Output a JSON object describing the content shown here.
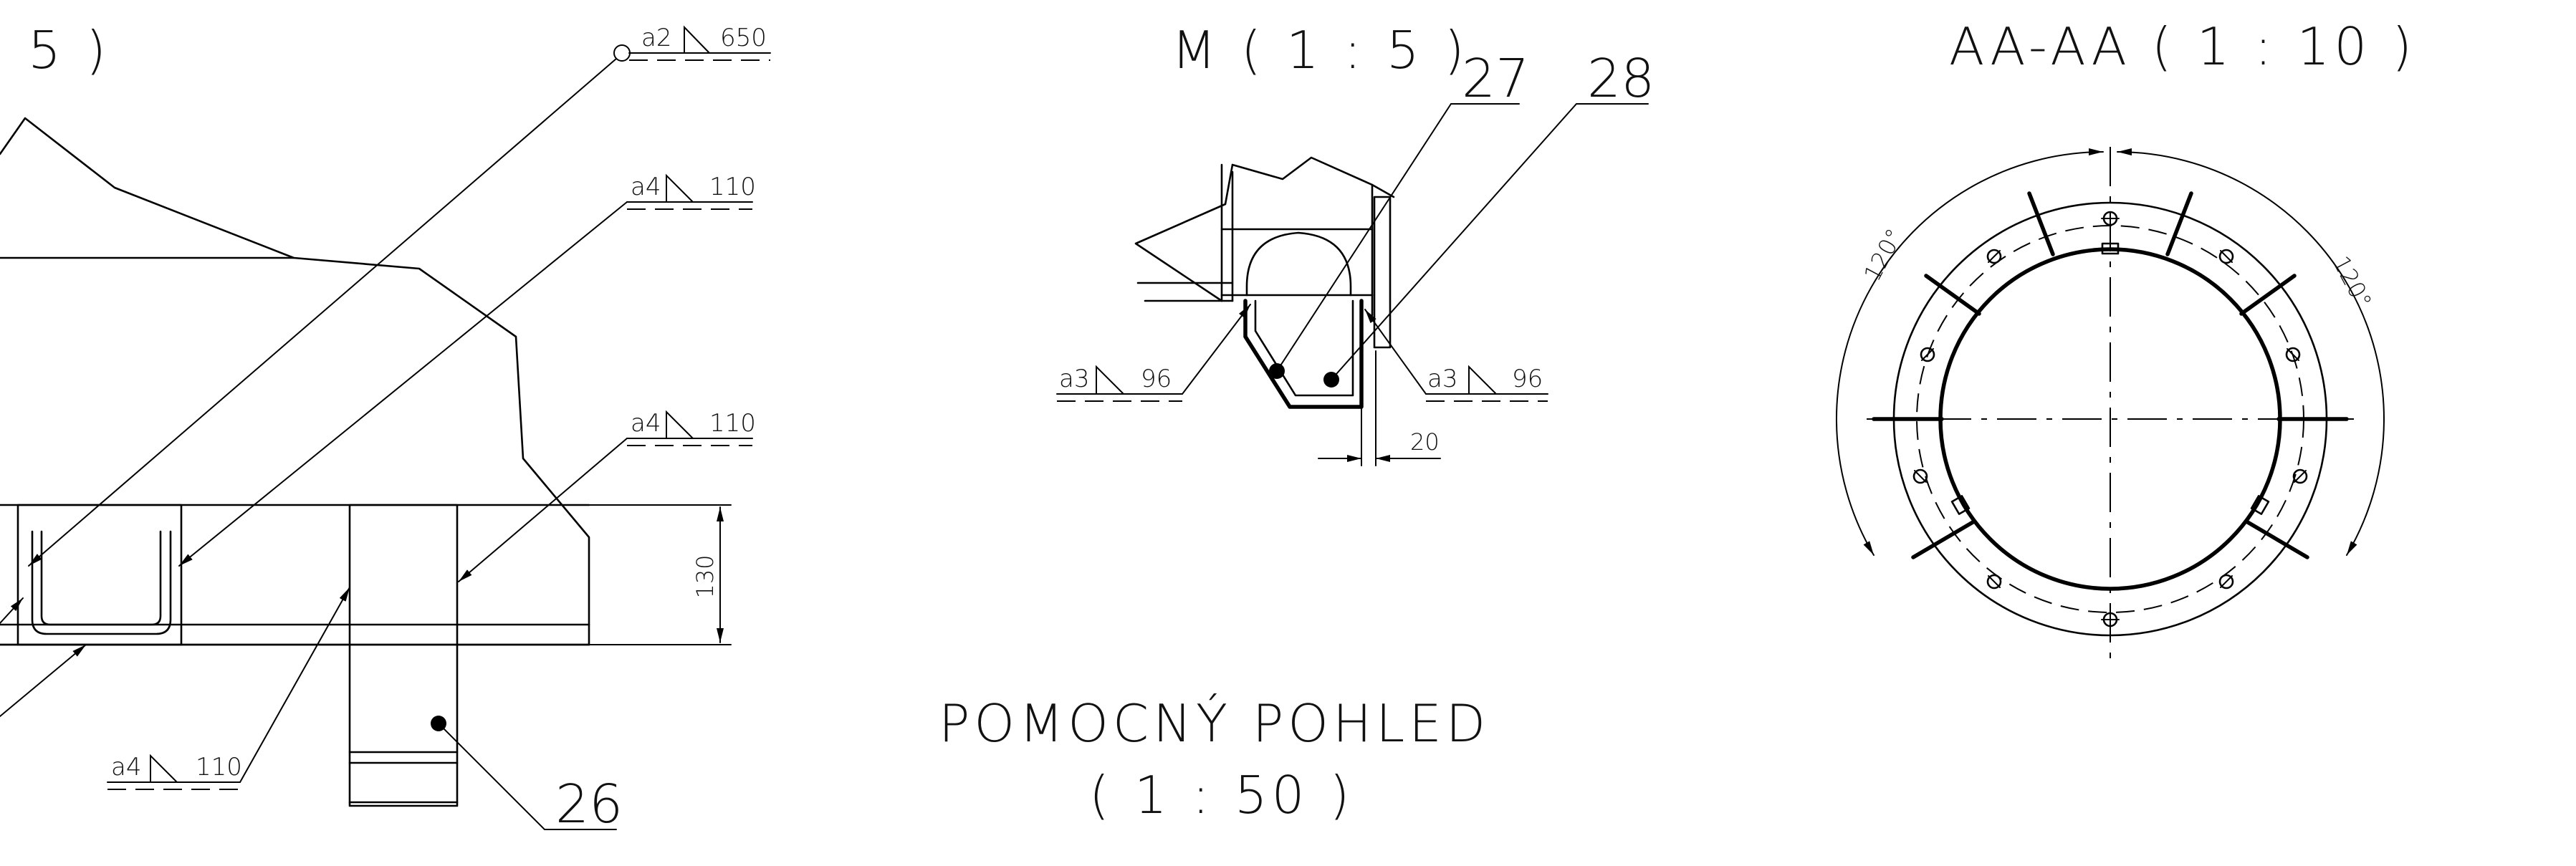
{
  "views": {
    "left_title": ": 5 )",
    "m_title": "M ( 1 : 5 )",
    "aa_title": "AA-AA ( 1 : 10 )",
    "aux_title_line1": "POMOCNÝ POHLED",
    "aux_title_line2": "( 1 : 50 )"
  },
  "welds": {
    "w1": {
      "size": "a2",
      "length": "650"
    },
    "w2": {
      "size": "a4",
      "length": "110"
    },
    "w3": {
      "size": "a4",
      "length": "110"
    },
    "w4": {
      "size": "a4",
      "length": "110"
    },
    "w5": {
      "size": "a3",
      "length": "96"
    },
    "w6": {
      "size": "a3",
      "length": "96"
    }
  },
  "dimensions": {
    "height": "130",
    "gap": "20",
    "angle_left": "120°",
    "angle_right": "120°"
  },
  "parts": {
    "p26": "26",
    "p27": "27",
    "p28": "28"
  }
}
